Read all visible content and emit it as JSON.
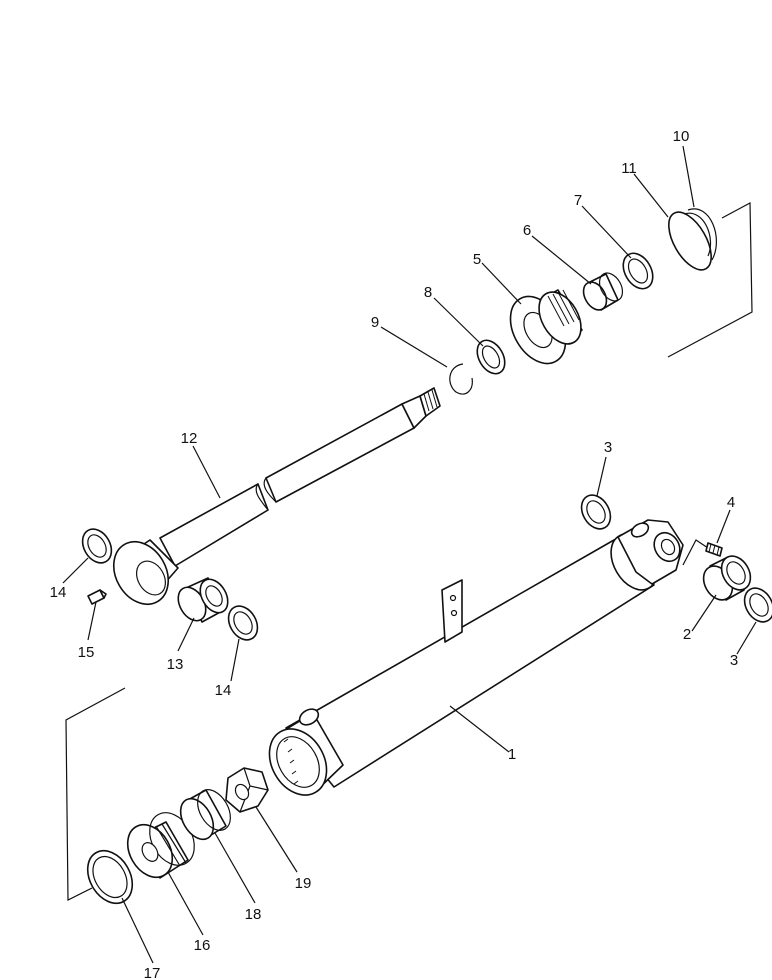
{
  "callouts": {
    "p1": "1",
    "p2": "2",
    "p3_top": "3",
    "p3_right": "3",
    "p4": "4",
    "p5": "5",
    "p6": "6",
    "p7": "7",
    "p8": "8",
    "p9": "9",
    "p10": "10",
    "p11": "11",
    "p12": "12",
    "p13": "13",
    "p14_left": "14",
    "p14_bottom": "14",
    "p15": "15",
    "p16": "16",
    "p17": "17",
    "p18": "18",
    "p19": "19"
  }
}
